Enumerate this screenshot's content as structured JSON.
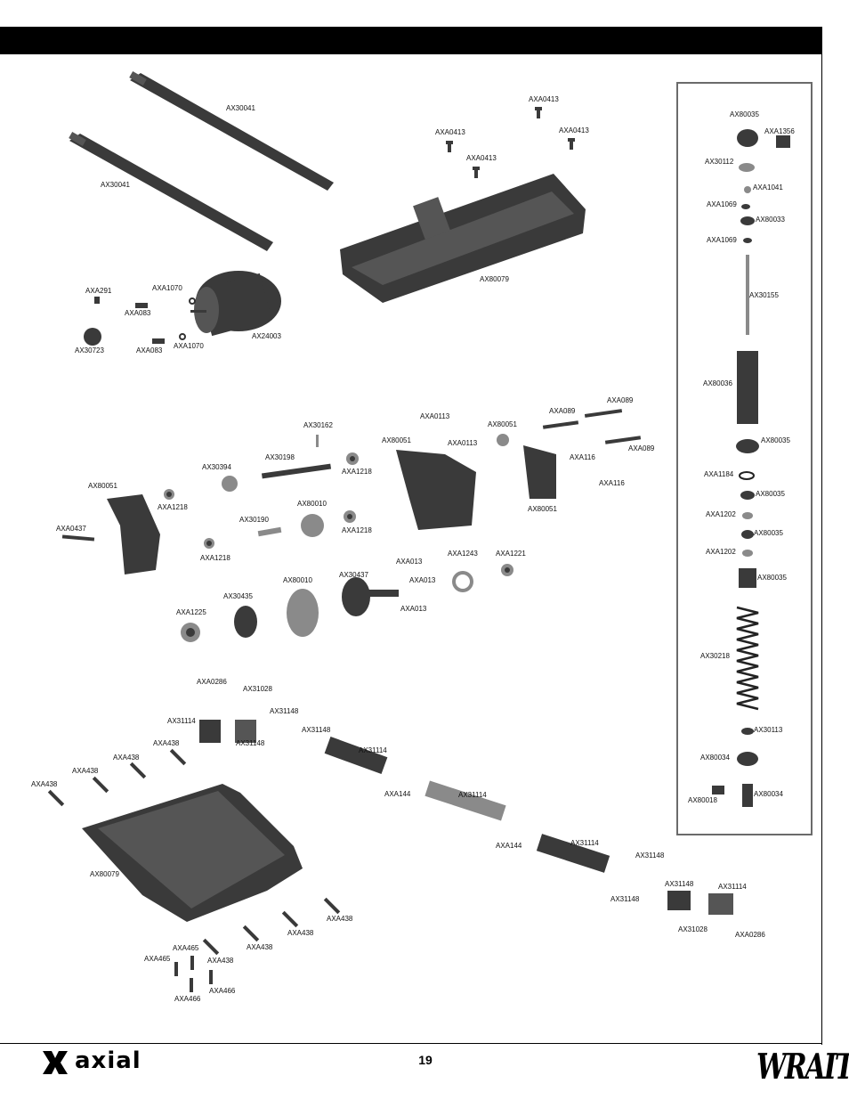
{
  "page": {
    "number": "19"
  },
  "brand": {
    "left_logo_text": "axial",
    "right_logo_text": "WRAITH"
  },
  "labels": [
    "AX30041",
    "AX30041",
    "AXA0413",
    "AXA0413",
    "AXA0413",
    "AXA0413",
    "AX80079",
    "AXA291",
    "AXA1070",
    "AXA083",
    "AXA083",
    "AXA1070",
    "AX24003",
    "AX30723",
    "AX30162",
    "AXA0113",
    "AXA0113",
    "AX80051",
    "AXA089",
    "AXA089",
    "AXA089",
    "AX80051",
    "AXA116",
    "AXA116",
    "AX80051",
    "AX30394",
    "AX30198",
    "AXA1218",
    "AX80051",
    "AXA1218",
    "AX30190",
    "AX80010",
    "AXA1218",
    "AXA0437",
    "AXA1218",
    "AXA013",
    "AXA013",
    "AXA013",
    "AXA1243",
    "AXA1221",
    "AX30437",
    "AX80010",
    "AX30435",
    "AXA1225",
    "AXA0286",
    "AX31028",
    "AX31148",
    "AX31114",
    "AX31148",
    "AX31148",
    "AX31114",
    "AXA438",
    "AXA438",
    "AXA438",
    "AXA438",
    "AXA144",
    "AX31114",
    "AXA144",
    "AX31114",
    "AX31148",
    "AX80079",
    "AX31148",
    "AX31148",
    "AX31114",
    "AX31028",
    "AXA0286",
    "AXA438",
    "AXA438",
    "AXA438",
    "AXA465",
    "AXA465",
    "AXA438",
    "AXA466",
    "AXA466",
    "AX80035",
    "AXA1356",
    "AX30112",
    "AXA1041",
    "AXA1069",
    "AX80033",
    "AXA1069",
    "AX30155",
    "AX80036",
    "AX80035",
    "AXA1184",
    "AX80035",
    "AXA1202",
    "AX80035",
    "AXA1202",
    "AX80035",
    "AX30218",
    "AX30113",
    "AX80034",
    "AX80018",
    "AX80034"
  ]
}
